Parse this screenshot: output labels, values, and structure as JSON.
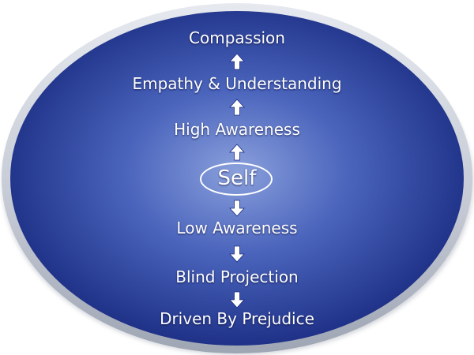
{
  "diagram": {
    "levels_up": [
      "Compassion",
      "Empathy & Understanding",
      "High Awareness"
    ],
    "center": "Self",
    "levels_down": [
      "Low Awareness",
      "Blind Projection",
      "Driven By Prejudice"
    ]
  },
  "colors": {
    "ellipse_outer": "#1c2f86",
    "ellipse_inner": "#7b93d6",
    "rim": "#c9cfda",
    "text": "#ffffff"
  },
  "icons": {
    "up_arrow": "up-arrow-icon",
    "down_arrow": "down-arrow-icon"
  }
}
